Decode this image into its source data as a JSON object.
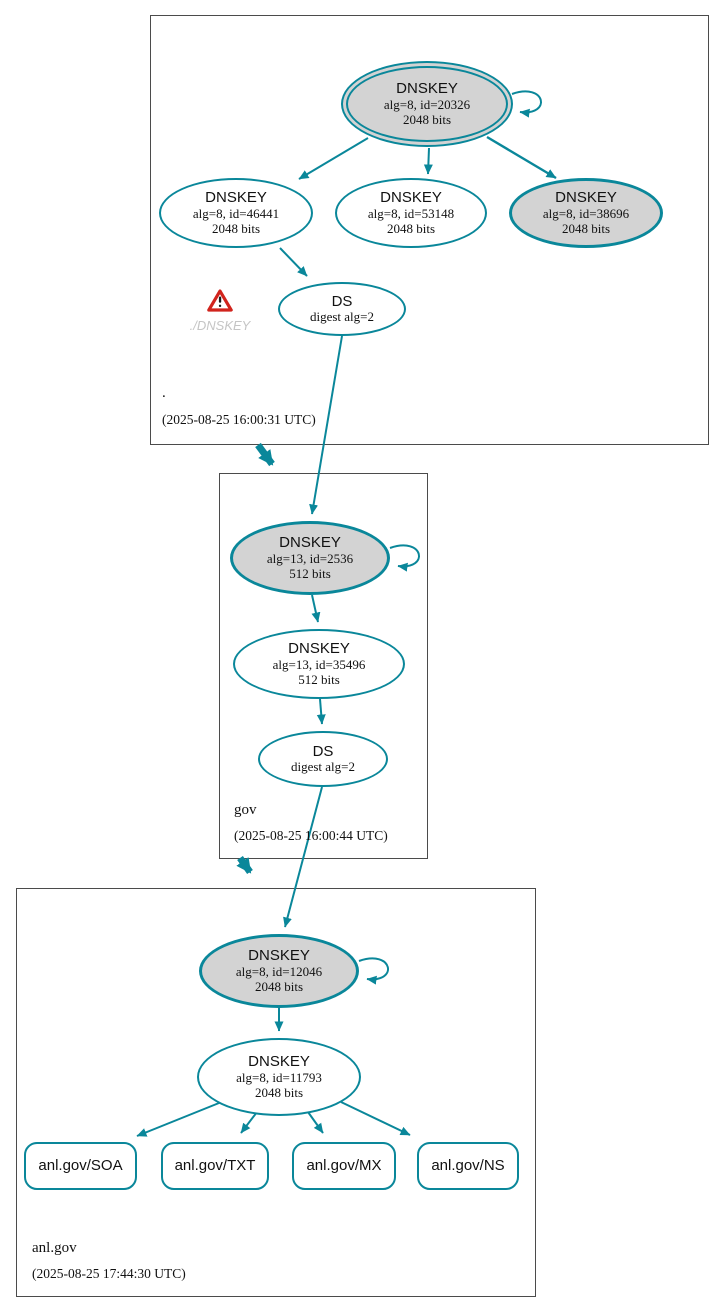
{
  "diagram_type": "dnssec-authentication-chain",
  "colors": {
    "accent_teal": "#0a879a",
    "ksk_fill_gray": "#d3d3d3",
    "node_fill": "#ffffff",
    "warning_red": "#d1241d",
    "warning_text_gray": "#c5c5c5",
    "box_border": "#4b4b4b"
  },
  "zones": [
    {
      "label": ".",
      "timestamp": "(2025-08-25 16:00:31 UTC)",
      "warning": {
        "icon": "warning-triangle",
        "label": "./DNSKEY"
      },
      "nodes": [
        {
          "id": "root-ksk",
          "title": "DNSKEY",
          "detail": "alg=8, id=20326",
          "bits": "2048 bits"
        },
        {
          "id": "root-zsk-46441",
          "title": "DNSKEY",
          "detail": "alg=8, id=46441",
          "bits": "2048 bits"
        },
        {
          "id": "root-zsk-53148",
          "title": "DNSKEY",
          "detail": "alg=8, id=53148",
          "bits": "2048 bits"
        },
        {
          "id": "root-zsk-38696",
          "title": "DNSKEY",
          "detail": "alg=8, id=38696",
          "bits": "2048 bits"
        },
        {
          "id": "root-ds",
          "title": "DS",
          "detail": "digest alg=2",
          "bits": ""
        }
      ]
    },
    {
      "label": "gov",
      "timestamp": "(2025-08-25 16:00:44 UTC)",
      "nodes": [
        {
          "id": "gov-ksk",
          "title": "DNSKEY",
          "detail": "alg=13, id=2536",
          "bits": "512 bits"
        },
        {
          "id": "gov-zsk",
          "title": "DNSKEY",
          "detail": "alg=13, id=35496",
          "bits": "512 bits"
        },
        {
          "id": "gov-ds",
          "title": "DS",
          "detail": "digest alg=2",
          "bits": ""
        }
      ]
    },
    {
      "label": "anl.gov",
      "timestamp": "(2025-08-25 17:44:30 UTC)",
      "nodes": [
        {
          "id": "anl-ksk",
          "title": "DNSKEY",
          "detail": "alg=8, id=12046",
          "bits": "2048 bits"
        },
        {
          "id": "anl-zsk",
          "title": "DNSKEY",
          "detail": "alg=8, id=11793",
          "bits": "2048 bits"
        }
      ],
      "rrsets": [
        {
          "label": "anl.gov/SOA"
        },
        {
          "label": "anl.gov/TXT"
        },
        {
          "label": "anl.gov/MX"
        },
        {
          "label": "anl.gov/NS"
        }
      ]
    }
  ]
}
